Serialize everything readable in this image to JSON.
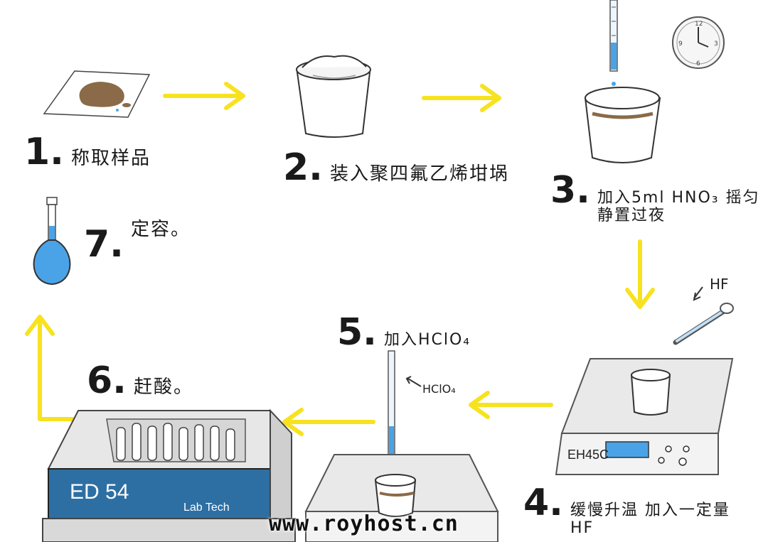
{
  "steps": [
    {
      "number": "1.",
      "text": "称取样品"
    },
    {
      "number": "2.",
      "text": "装入聚四氟乙烯坩埚"
    },
    {
      "number": "3.",
      "text": "加入5ml HNO₃ 摇匀",
      "text2": "静置过夜"
    },
    {
      "number": "4.",
      "text": "缓慢升温 加入一定量",
      "text2": "HF"
    },
    {
      "number": "5.",
      "text": "加入HClO₄"
    },
    {
      "number": "6.",
      "text": "赶酸。"
    },
    {
      "number": "7.",
      "text": "定容。"
    }
  ],
  "annotations": {
    "hf": "HF",
    "hclo4": "HClO₄"
  },
  "devices": {
    "hotplate_brand": "EH45C",
    "digestion_block_label": "ED 54",
    "digestion_block_brand": "Lab Tech"
  },
  "watermark": "www.royhost.cn",
  "colors": {
    "arrow": "#f7e21f",
    "liquid": "#4aa3e6",
    "sample": "#8a6a48"
  }
}
